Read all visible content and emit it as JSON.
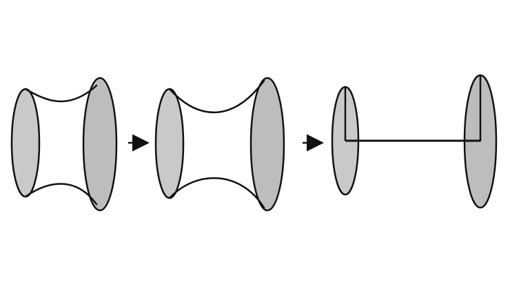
{
  "diagram": {
    "stages": [
      {
        "id": "stage-1",
        "shape": "catenoid-neck"
      },
      {
        "id": "stage-2",
        "shape": "catenoid-narrower-neck"
      },
      {
        "id": "stage-3",
        "shape": "two-disks-connected-by-line"
      }
    ],
    "arrows": [
      {
        "from": "stage-1",
        "to": "stage-2"
      },
      {
        "from": "stage-2",
        "to": "stage-3"
      }
    ],
    "colors": {
      "disk_light": "#c9c9c9",
      "disk_dark": "#bdbdbd",
      "stroke": "#111111",
      "background": "#ffffff"
    }
  }
}
